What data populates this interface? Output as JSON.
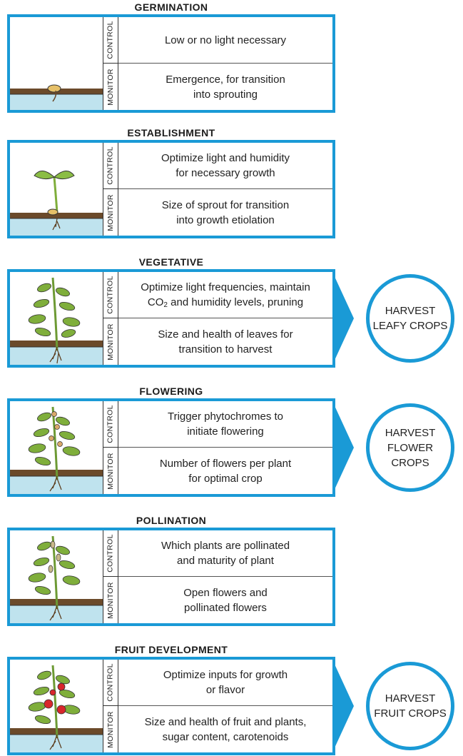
{
  "labels": {
    "control": "CONTROL",
    "monitor": "MONITOR"
  },
  "colors": {
    "accent": "#1a9ad6",
    "soil": "#6b4a2a",
    "water": "#bfe3ee",
    "leaf": "#7fae3b",
    "fruit": "#d8262c"
  },
  "stages": [
    {
      "title": "GERMINATION",
      "control": "Low or no light necessary",
      "monitor_line1": "Emergence, for transition",
      "monitor_line2": "into sprouting"
    },
    {
      "title": "ESTABLISHMENT",
      "control_line1": "Optimize light and humidity",
      "control_line2": "for necessary growth",
      "monitor_line1": "Size of sprout for transition",
      "monitor_line2": "into growth etiolation"
    },
    {
      "title": "VEGETATIVE",
      "control_line1": "Optimize light frequencies, maintain",
      "control_line2a": "CO",
      "control_line2sub": "2",
      "control_line2b": " and humidity levels, pruning",
      "monitor_line1": "Size and health of leaves for",
      "monitor_line2": "transition to harvest",
      "harvest_line1": "HARVEST",
      "harvest_line2": "LEAFY CROPS"
    },
    {
      "title": "FLOWERING",
      "control_line1": "Trigger phytochromes to",
      "control_line2": "initiate flowering",
      "monitor_line1": "Number of flowers per plant",
      "monitor_line2": "for optimal crop",
      "harvest_line1": "HARVEST",
      "harvest_line2": "FLOWER CROPS"
    },
    {
      "title": "POLLINATION",
      "control_line1": "Which plants are pollinated",
      "control_line2": "and maturity of plant",
      "monitor_line1": "Open flowers and",
      "monitor_line2": "pollinated flowers"
    },
    {
      "title": "FRUIT DEVELOPMENT",
      "control_line1": "Optimize inputs for growth",
      "control_line2": "or flavor",
      "monitor_line1": "Size and health of fruit and plants,",
      "monitor_line2": "sugar content, carotenoids",
      "harvest_line1": "HARVEST",
      "harvest_line2": "FRUIT CROPS"
    }
  ]
}
